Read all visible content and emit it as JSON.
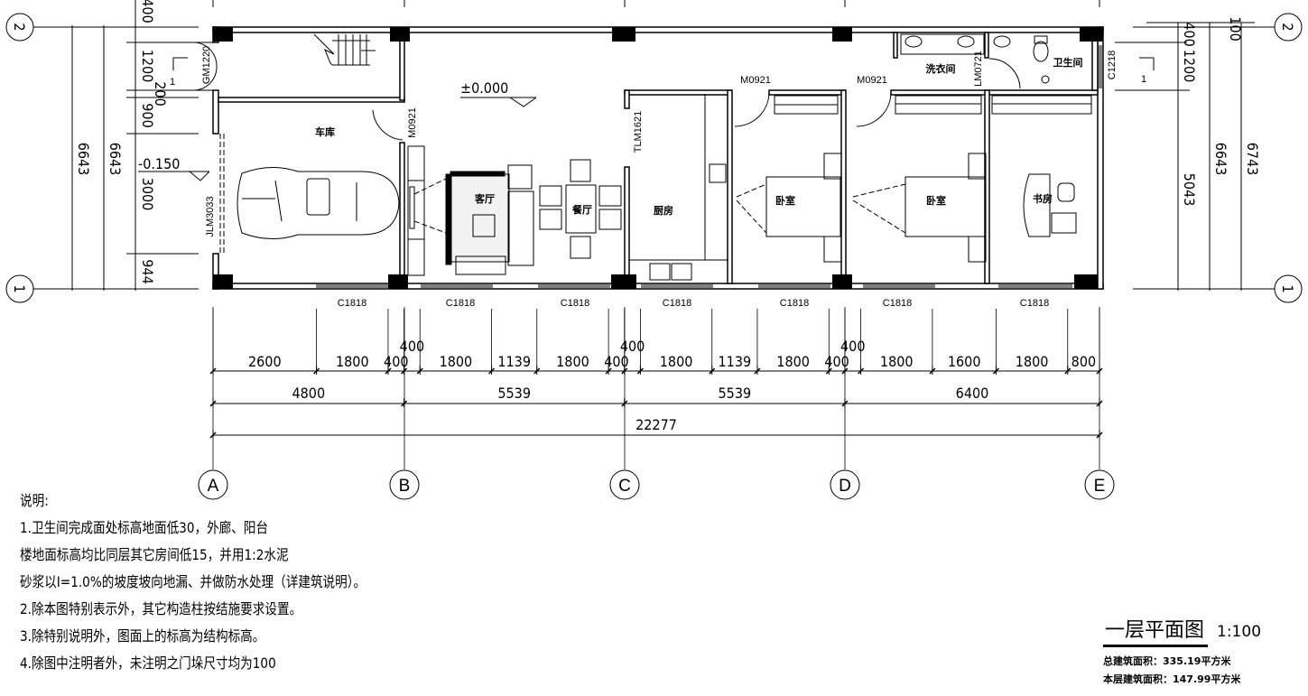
{
  "axes": {
    "columns": [
      "A",
      "B",
      "C",
      "D",
      "E"
    ],
    "rows": [
      "1",
      "2"
    ]
  },
  "left_dims": {
    "d400": "400",
    "d1200": "1200",
    "d200": "200",
    "d900": "900",
    "d3000": "3000",
    "d944": "944",
    "total_a": "6643",
    "total_b": "6643"
  },
  "right_dims": {
    "d100": "100",
    "d400": "400",
    "d1200": "1200",
    "d5043": "5043",
    "total_a": "6643",
    "total_b": "6743"
  },
  "bottom_dims": {
    "detail": [
      2600,
      1800,
      400,
      400,
      1800,
      1139,
      1800,
      400,
      400,
      1800,
      1139,
      1800,
      400,
      400,
      1800,
      1600,
      1800,
      800
    ],
    "bays": [
      4800,
      5539,
      5539,
      6400
    ],
    "overall": 22277
  },
  "rooms": {
    "garage": "车库",
    "living": "客厅",
    "dining": "餐厅",
    "kitchen": "厨房",
    "bedroom1": "卧室",
    "bedroom2": "卧室",
    "study": "书房",
    "laundry": "洗衣间",
    "bathroom": "卫生间"
  },
  "openings": {
    "gm1220": "GM1220",
    "jlm3033": "JLM3033",
    "m0921_garage": "M0921",
    "tlm1621": "TLM1621",
    "m0921_bed1": "M0921",
    "m0921_bed2": "M0921",
    "lm0721": "LM0721",
    "c1218": "C1218",
    "windows": [
      "C1818",
      "C1818",
      "C1818",
      "C1818",
      "C1818",
      "C1818",
      "C1818"
    ]
  },
  "elevations": {
    "main": "±0.000",
    "garage": "-0.150"
  },
  "section_marks": {
    "left": "1",
    "right": "1"
  },
  "notes": {
    "heading": "说明:",
    "lines": [
      "1.卫生间完成面处标高地面低30，外廊、阳台",
      "楼地面标高均比同层其它房间低15，并用1:2水泥",
      "砂浆以I=1.0%的坡度坡向地漏、并做防水处理（详建筑说明）。",
      "2.除本图特别表示外，其它构造柱按结施要求设置。",
      "3.除特别说明外，图面上的标高为结构标高。",
      "4.除图中注明者外，未注明之门垛尺寸均为100"
    ]
  },
  "title_block": {
    "title": "一层平面图",
    "scale": "1:100",
    "total_area": "总建筑面积：335.19平方米",
    "floor_area": "本层建筑面积：147.99平方米"
  }
}
